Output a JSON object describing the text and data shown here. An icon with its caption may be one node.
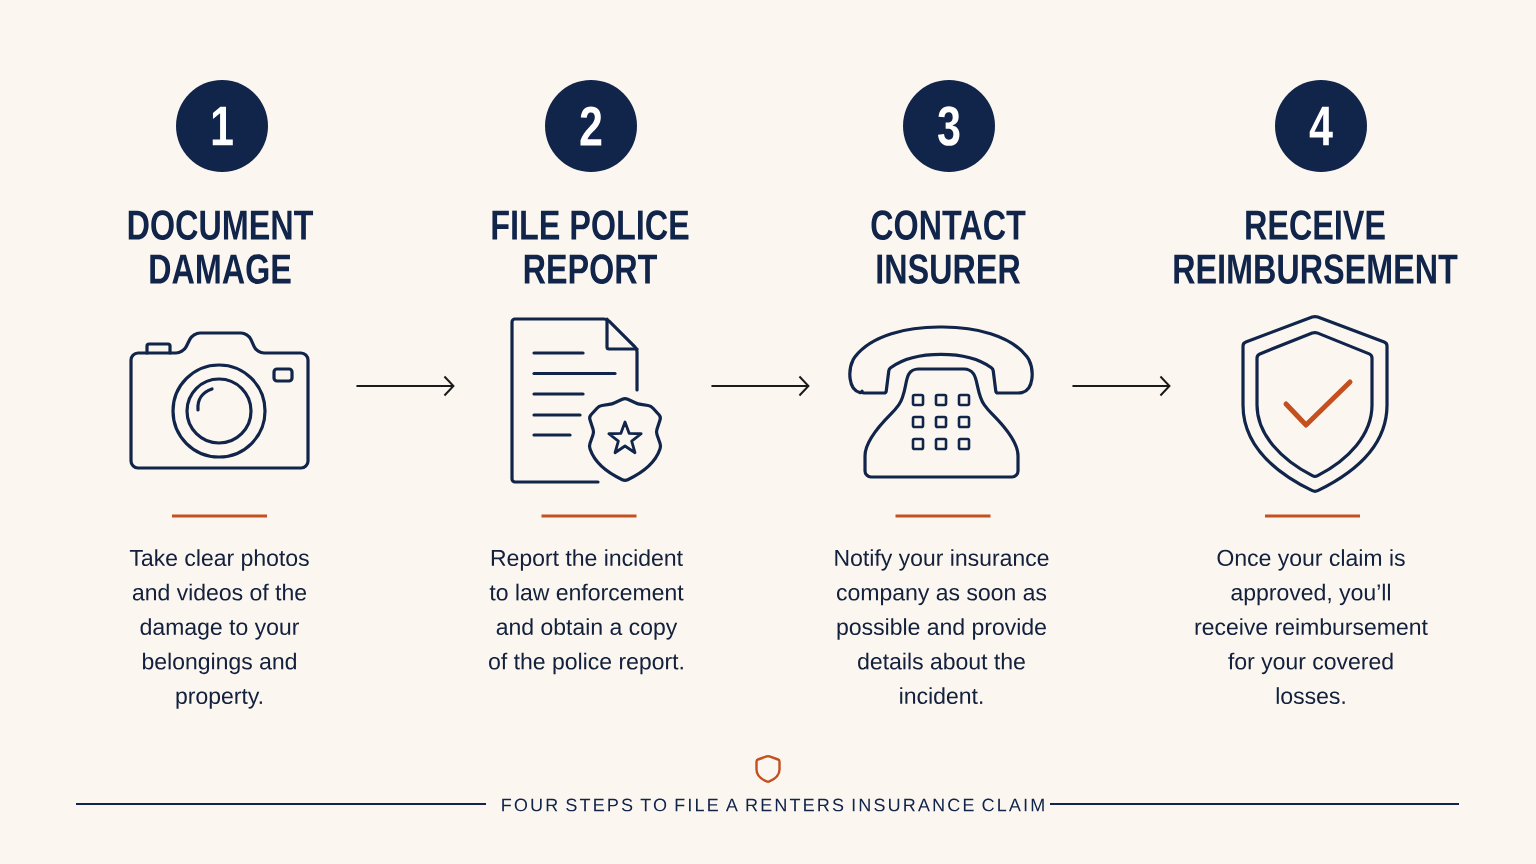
{
  "diagram": {
    "caption": "FOUR STEPS TO FILE A RENTERS INSURANCE CLAIM",
    "nodes": [
      {
        "text": [
          "1"
        ],
        "beside": [
          "DOCUMENT DAMAGE"
        ]
      },
      {
        "text": [],
        "shape": "picture",
        "beside": [
          "Take clear photos and videos of the damage to your belongings and property."
        ]
      },
      {
        "text": [
          "2"
        ],
        "beside": [
          "FILE POLICE REPORT"
        ]
      },
      {
        "text": [],
        "shape": "picture",
        "beside": [
          "Report the incident to law enforcement and obtain a copy of the police report."
        ]
      },
      {
        "text": [
          "3"
        ],
        "beside": [
          "CONTACT INSURER"
        ]
      },
      {
        "text": [],
        "shape": "picture",
        "beside": [
          "Notify your insurance company as soon as possible and provide details about the incident."
        ]
      },
      {
        "text": [
          "4"
        ],
        "beside": [
          "RECEIVE REIMBURSEMENT"
        ]
      },
      {
        "text": [],
        "shape": "picture",
        "beside": [
          "Once your claim is approved, you’ll receive reimbursement for your covered losses."
        ]
      }
    ],
    "edges": [
      {
        "from": 1,
        "to": 3,
        "arrow": "to"
      },
      {
        "from": 3,
        "to": 5,
        "arrow": "to"
      },
      {
        "from": 5,
        "to": 7,
        "arrow": "to"
      }
    ]
  }
}
